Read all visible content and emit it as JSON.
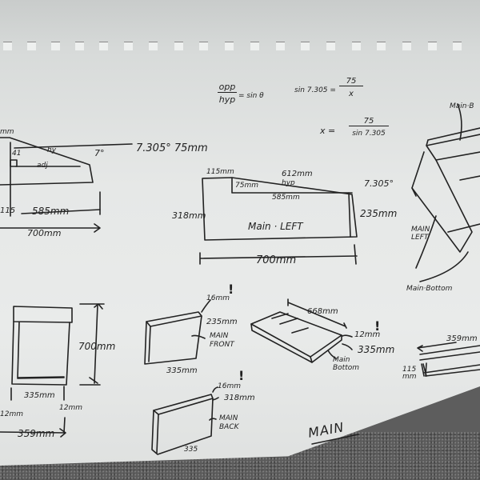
{
  "scene": {
    "description": "Hand-drawn sketch of box panel dimensions on perforated notebook paper",
    "paper_color": "#e7e9e8",
    "ink_color": "#222222",
    "background_color": "#5a5a5a"
  },
  "left_profile": {
    "label_top": "mm",
    "height_label": "41",
    "hyp_label": "hy",
    "adj_label": "adj",
    "angle_label": "7°",
    "callout": "7.305° 75mm",
    "bottom_dim": "585mm",
    "small_dim": "115",
    "total_dim": "700mm"
  },
  "formulas": {
    "line1_num": "opp",
    "line1_den": "hyp",
    "line1_rhs": "= sin θ",
    "line2": "sin 7.305 =",
    "line2_num": "75",
    "line2_den": "x",
    "line3": "x =",
    "line3_num": "75",
    "line3_den": "sin 7.305"
  },
  "main_left": {
    "title": "Main · LEFT",
    "top_left_dim": "115mm",
    "hyp_dim": "612mm",
    "hyp_label": "hyp",
    "rise_dim": "75mm",
    "inner_dim": "585mm",
    "angle": "7.305°",
    "right_height": "235mm",
    "left_height": "318mm",
    "width": "700mm"
  },
  "iso_view": {
    "label_back": "Main·B",
    "label_left": "MAIN LEFT",
    "label_bottom": "Main·Bottom"
  },
  "front_view": {
    "height": "700mm",
    "inner_width": "335mm",
    "thickness_right": "12mm",
    "thickness_left": "12mm",
    "outer_width": "359mm"
  },
  "main_front": {
    "thickness": "16mm",
    "excl": "!",
    "height": "235mm",
    "label": "MAIN FRONT",
    "width": "335mm"
  },
  "main_bottom": {
    "length": "668mm",
    "thickness": "12mm",
    "excl": "!",
    "width": "335mm",
    "label": "Main Bottom"
  },
  "main_back": {
    "thickness": "16mm",
    "excl": "!",
    "height": "318mm",
    "label": "MAIN BACK",
    "width": "335"
  },
  "side_strip": {
    "length": "359mm",
    "height": "115 mm"
  },
  "page_title": "MAIN"
}
